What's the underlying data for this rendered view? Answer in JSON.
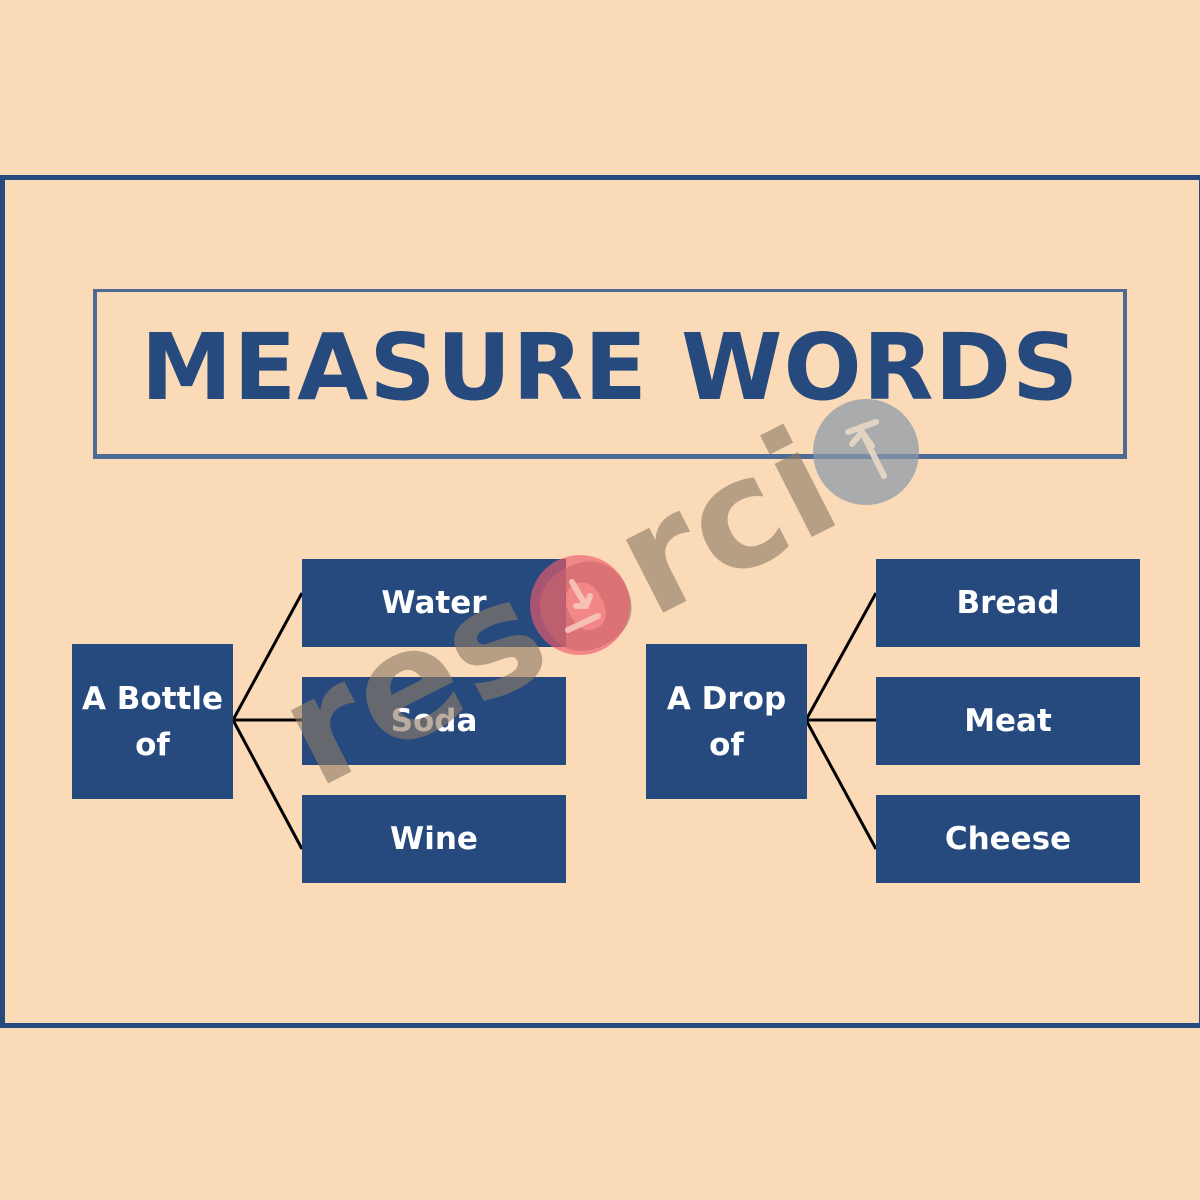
{
  "title": "MEASURE WORDS",
  "groups": [
    {
      "root": [
        "A Bottle",
        "of"
      ],
      "items": [
        "Water",
        "Soda",
        "Wine"
      ]
    },
    {
      "root": [
        "A Drop",
        "of"
      ],
      "items": [
        "Bread",
        "Meat",
        "Cheese"
      ]
    }
  ],
  "watermark": "resorcio",
  "colors": {
    "background": "#FBDBB7",
    "navy": "#264A7E",
    "box_text": "#FFFFFF",
    "line": "#000000"
  }
}
